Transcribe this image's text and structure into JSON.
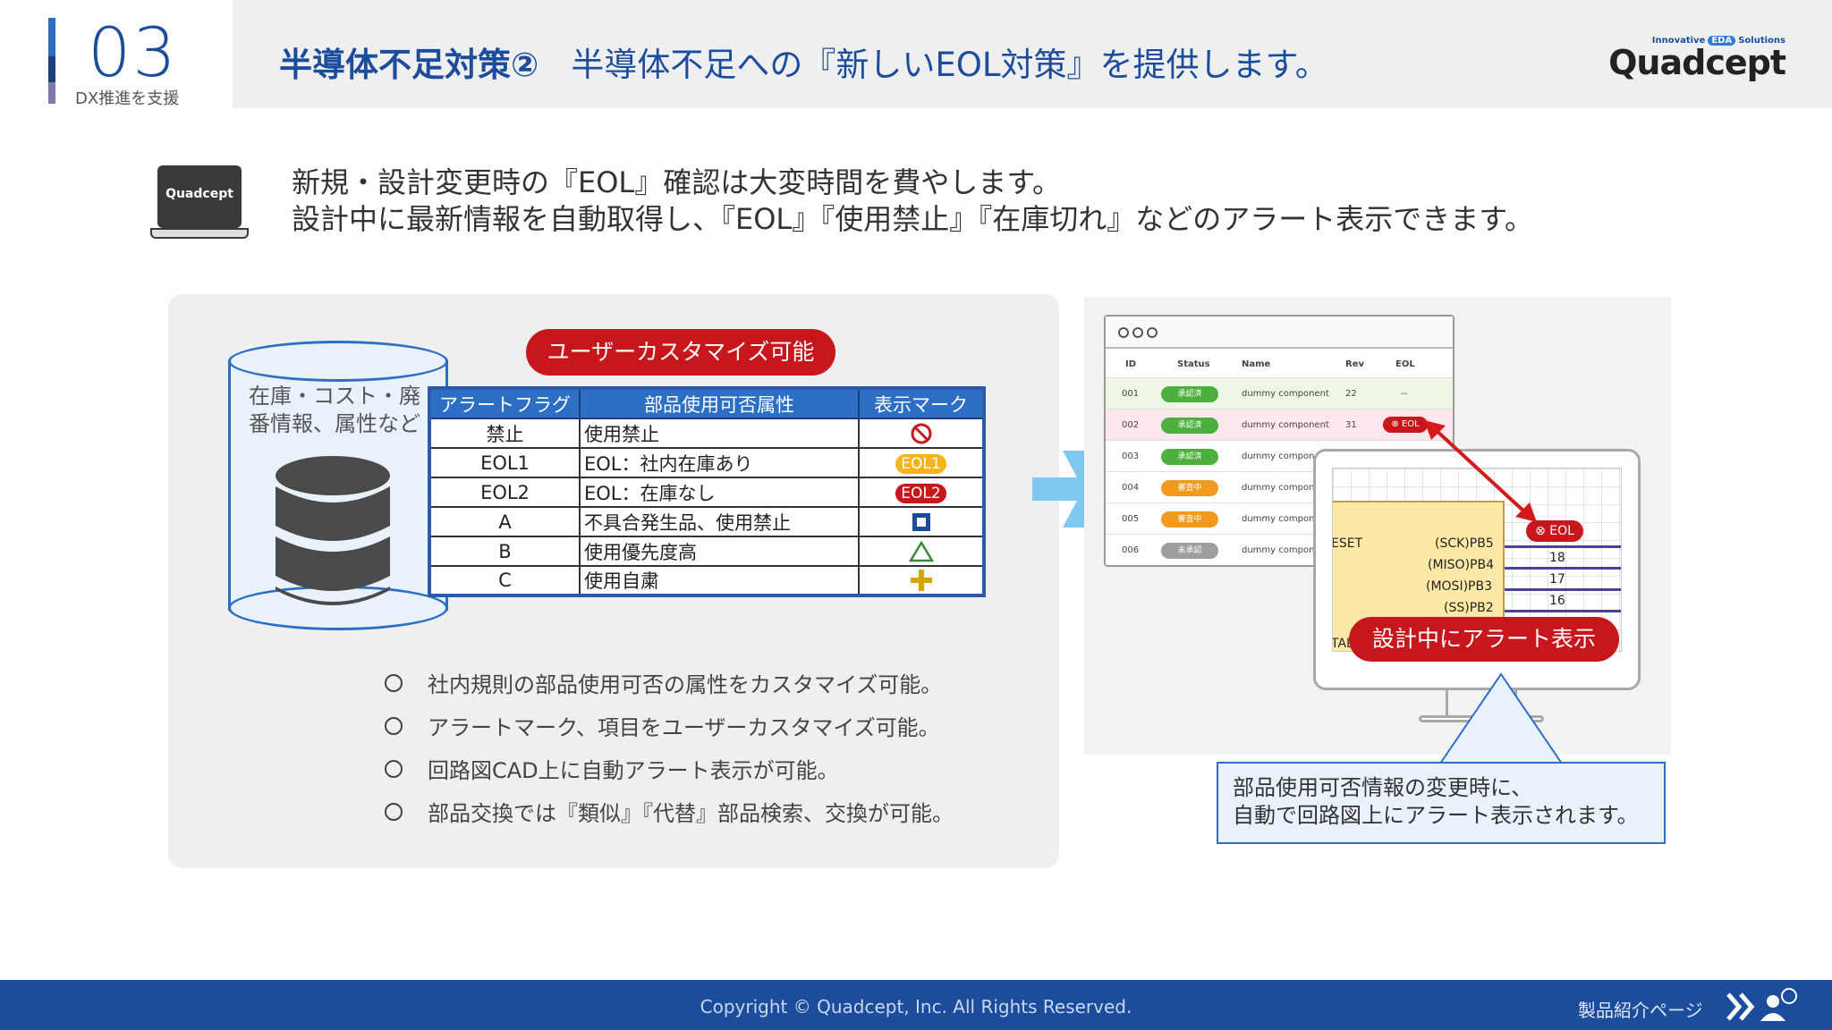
{
  "header": {
    "section_number": "03",
    "section_subtitle": "DX推進を支援",
    "title_bold": "半導体不足対策②",
    "title_rest": "半導体不足への『新しいEOL対策』を提供します。",
    "logo_tagline_left": "Innovative",
    "logo_tagline_eda": "EDA",
    "logo_tagline_right": "Solutions",
    "logo_name": "Quadcept"
  },
  "intro": {
    "laptop_label": "Quadcept",
    "line1": "新規・設計変更時の『EOL』確認は大変時間を費やします。",
    "line2": "設計中に最新情報を自動取得し、『EOL』『使用禁止』『在庫切れ』などのアラート表示できます。"
  },
  "database": {
    "label": "在庫・コスト・廃番情報、属性など"
  },
  "customize_badge": "ユーザーカスタマイズ可能",
  "alert_table": {
    "headers": [
      "アラートフラグ",
      "部品使用可否属性",
      "表示マーク"
    ],
    "rows": [
      {
        "flag": "禁止",
        "attribute": "使用禁止",
        "mark": "prohibited-icon"
      },
      {
        "flag": "EOL1",
        "attribute": "EOL：社内在庫あり",
        "mark_label": "EOL1"
      },
      {
        "flag": "EOL2",
        "attribute": "EOL：在庫なし",
        "mark_label": "EOL2"
      },
      {
        "flag": "A",
        "attribute": "不具合発生品、使用禁止",
        "mark": "square-icon"
      },
      {
        "flag": "B",
        "attribute": "使用優先度高",
        "mark": "triangle-icon"
      },
      {
        "flag": "C",
        "attribute": "使用自粛",
        "mark": "plus-icon"
      }
    ]
  },
  "bullets": [
    "社内規則の部品使用可否の属性をカスタマイズ可能。",
    "アラートマーク、項目をユーザーカスタマイズ可能。",
    "回路図CAD上に自動アラート表示が可能。",
    "部品交換では『類似』『代替』部品検索、交換が可能。"
  ],
  "parts_window": {
    "columns": [
      "ID",
      "Status",
      "Name",
      "Rev",
      "EOL"
    ],
    "rows": [
      {
        "id": "001",
        "status": "承認済",
        "status_color": "#4caf3e",
        "name": "dummy component",
        "rev": "22",
        "eol": "--"
      },
      {
        "id": "002",
        "status": "承認済",
        "status_color": "#4caf3e",
        "name": "dummy component",
        "rev": "31",
        "eol": "⊗ EOL"
      },
      {
        "id": "003",
        "status": "承認済",
        "status_color": "#4caf3e",
        "name": "dummy compone",
        "rev": "",
        "eol": ""
      },
      {
        "id": "004",
        "status": "審査中",
        "status_color": "#f39a1e",
        "name": "dummy compone",
        "rev": "",
        "eol": ""
      },
      {
        "id": "005",
        "status": "審査中",
        "status_color": "#f39a1e",
        "name": "dummy compone",
        "rev": "",
        "eol": ""
      },
      {
        "id": "006",
        "status": "未承認",
        "status_color": "#9e9e9e",
        "name": "dummy compone",
        "rev": "",
        "eol": ""
      }
    ]
  },
  "schematic": {
    "left_pins": [
      "ESET",
      "TAL2"
    ],
    "right_pins": [
      "(SCK)PB5",
      "(MISO)PB4",
      "(MOSI)PB3",
      "(SS)PB2"
    ],
    "pin_numbers": [
      "18",
      "17",
      "16"
    ],
    "eol_tag": "⊗ EOL"
  },
  "design_badge": "設計中にアラート表示",
  "callout": {
    "line1": "部品使用可否情報の変更時に、",
    "line2": "自動で回路図上にアラート表示されます。"
  },
  "footer": {
    "copyright": "Copyright © Quadcept, Inc. All Rights Reserved.",
    "product_link": "製品紹介ページ"
  },
  "colors": {
    "brand_blue": "#1c4d9c",
    "accent_red": "#c8161d",
    "eol1_yellow": "#f6b41a",
    "panel_gray": "#efeff0"
  }
}
